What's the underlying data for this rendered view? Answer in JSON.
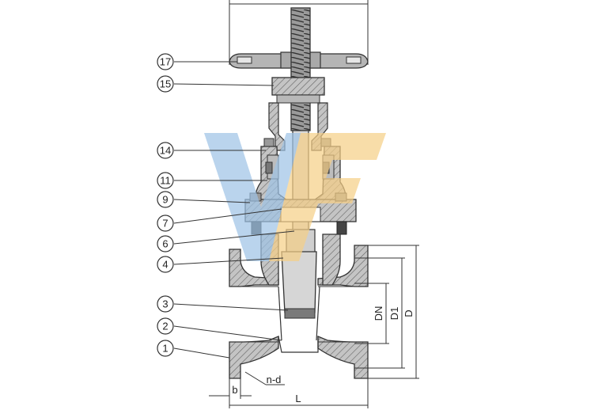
{
  "callouts": [
    {
      "num": "17"
    },
    {
      "num": "15"
    },
    {
      "num": "14"
    },
    {
      "num": "11"
    },
    {
      "num": "9"
    },
    {
      "num": "7"
    },
    {
      "num": "6"
    },
    {
      "num": "4"
    },
    {
      "num": "3"
    },
    {
      "num": "2"
    },
    {
      "num": "1"
    }
  ],
  "dimensions": {
    "dn": "DN",
    "d1": "D1",
    "d": "D",
    "l": "L",
    "b": "b",
    "nd": "n-d"
  },
  "colors": {
    "body_fill": "#bdbdbd",
    "hatch": "#555555",
    "outline": "#333333",
    "logo_blue": "#9ec3e6",
    "logo_orange": "#f6cf86"
  },
  "icons": {
    "logo": "vf-logo-watermark"
  }
}
